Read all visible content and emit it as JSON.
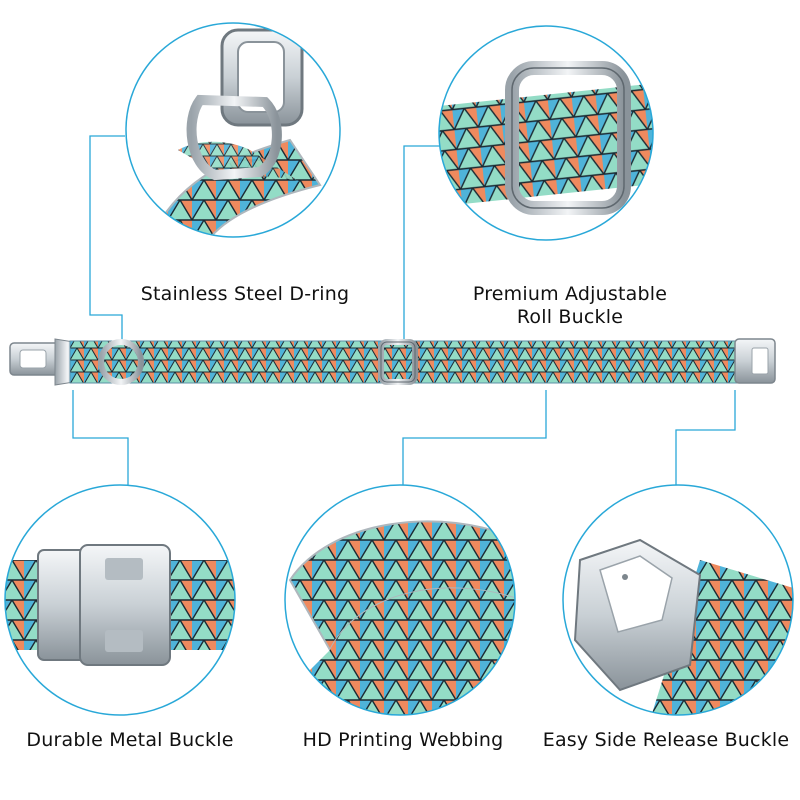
{
  "features": {
    "d_ring": {
      "label": "Stainless Steel D-ring"
    },
    "roll_buckle": {
      "label_line1": "Premium Adjustable",
      "label_line2": "Roll Buckle"
    },
    "metal_buckle": {
      "label": "Durable Metal Buckle"
    },
    "webbing": {
      "label": "HD Printing Webbing"
    },
    "side_release": {
      "label": "Easy Side Release Buckle"
    }
  },
  "colors": {
    "circle_border": "#29a8d8",
    "connector_line": "#29a8d8",
    "pattern_blue": "#4fb3d9",
    "pattern_teal": "#93dcc6",
    "pattern_orange": "#ef8a5e",
    "pattern_line": "#1b2a33",
    "metal_light": "#e9edf0",
    "metal_dark": "#8a939a"
  }
}
